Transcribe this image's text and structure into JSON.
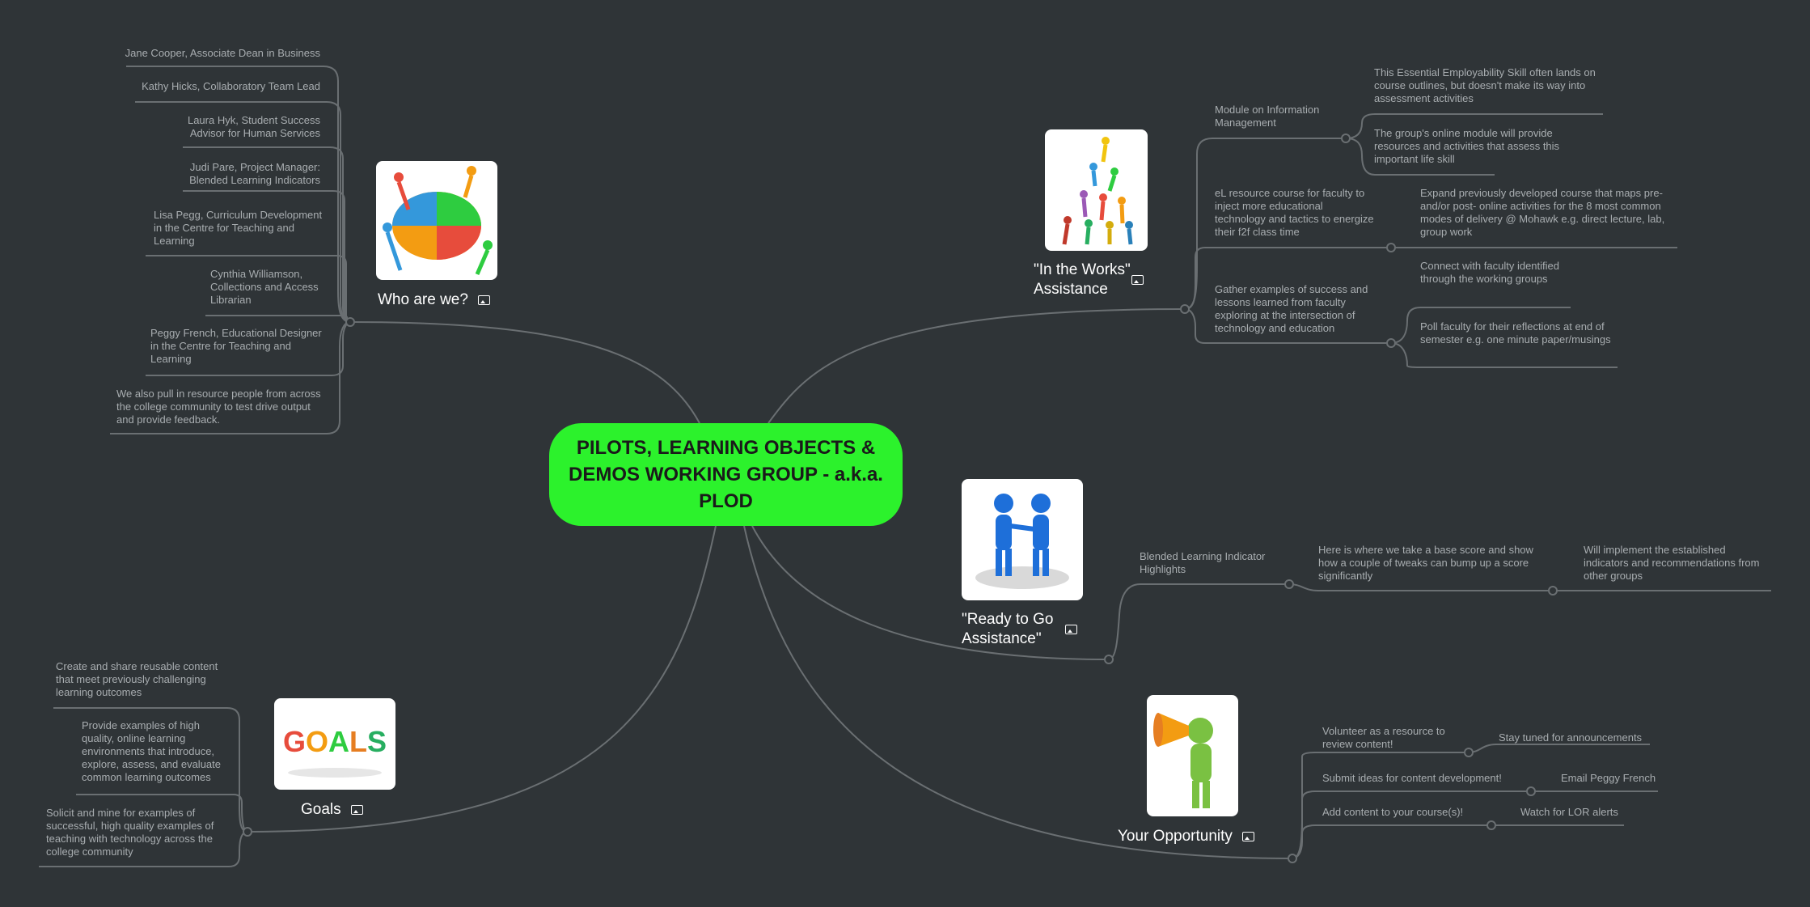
{
  "center": {
    "title": "PILOTS, LEARNING OBJECTS & DEMOS WORKING GROUP - a.k.a. PLOD",
    "color": "#2cf22c"
  },
  "topics": {
    "who": {
      "label": "Who are we?",
      "icon": "image-icon",
      "items": [
        "Jane Cooper, Associate Dean in Business",
        "Kathy Hicks, Collaboratory Team Lead",
        "Laura Hyk, Student Success Advisor for Human Services",
        "Judi Pare, Project Manager: Blended Learning Indicators",
        "Lisa Pegg, Curriculum Development in the Centre for Teaching and Learning",
        "Cynthia Williamson, Collections and Access Librarian",
        "Peggy French, Educational Designer in the Centre for Teaching and Learning",
        "We also pull in resource people from across the college community to test drive output and provide feedback."
      ]
    },
    "goals": {
      "label": "Goals",
      "icon": "image-icon",
      "items": [
        "Create and share reusable content that meet previously challenging learning outcomes",
        "Provide examples of high quality, online learning environments that introduce, explore, assess, and evaluate common learning outcomes",
        "Solicit and mine for examples of successful, high quality examples of teaching with technology across the college community"
      ]
    },
    "works": {
      "label": "\"In the Works\" Assistance",
      "icon": "image-icon",
      "branches": [
        {
          "label": "Module on Information Management",
          "children": [
            "This Essential Employability Skill often lands on course outlines, but doesn't make its way into assessment activities",
            "The group's online module will provide resources and activities that assess this important life skill"
          ]
        },
        {
          "label": "eL resource course for faculty to inject more educational technology and tactics to energize their f2f class time",
          "children": [
            "Expand previously developed course that maps pre- and/or post- online activities for the 8 most common modes of delivery @ Mohawk e.g. direct lecture, lab, group work"
          ]
        },
        {
          "label": "Gather examples of success and lessons learned from faculty exploring at the intersection of technology and education",
          "children": [
            "Connect with faculty identified through the working groups",
            "Poll faculty for their reflections at end of semester e.g. one minute paper/musings"
          ]
        }
      ]
    },
    "ready": {
      "label": "\"Ready to Go Assistance\"",
      "icon": "image-icon",
      "branch": "Blended Learning Indicator Highlights",
      "child": "Here is where we take a base score and show how a couple of tweaks can bump up a score significantly",
      "grandchild": "Will implement the established indicators and recommendations from other groups"
    },
    "opp": {
      "label": "Your Opportunity",
      "icon": "image-icon",
      "branches": [
        {
          "label": "Volunteer as a resource to review content!",
          "child": "Stay tuned for announcements"
        },
        {
          "label": "Submit ideas for content development!",
          "child": "Email Peggy French"
        },
        {
          "label": "Add content to your course(s)!",
          "child": "Watch for LOR alerts"
        }
      ]
    }
  },
  "colors": {
    "background": "#2f3437",
    "line": "#6a6f72",
    "leaf_text": "#a8adb0",
    "topic_text": "#ffffff"
  }
}
